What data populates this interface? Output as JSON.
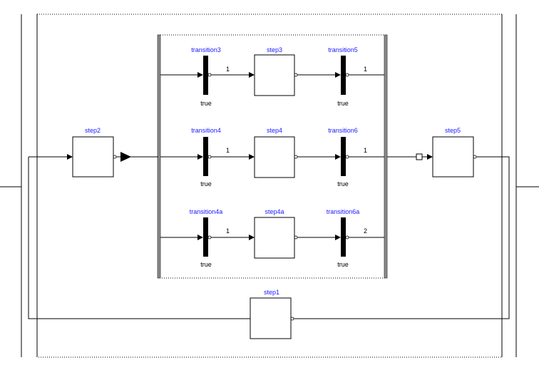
{
  "diagram": {
    "steps": {
      "step1": "step1",
      "step2": "step2",
      "step3": "step3",
      "step4": "step4",
      "step4a": "step4a",
      "step5": "step5"
    },
    "transitions": {
      "transition3": "transition3",
      "transition4": "transition4",
      "transition4a": "transition4a",
      "transition5": "transition5",
      "transition6": "transition6",
      "transition6a": "transition6a"
    },
    "conditions": {
      "t3": "true",
      "t4": "true",
      "t4a": "true",
      "t5": "true",
      "t6": "true",
      "t6a": "true"
    },
    "priorities": {
      "t3": "1",
      "t4": "1",
      "t4a": "1",
      "t5": "1",
      "t6": "1",
      "t6a": "2"
    },
    "colors": {
      "name_label": "#1a1aff",
      "lines": "#000000",
      "parallel_bar": "#8a8a8a"
    }
  }
}
